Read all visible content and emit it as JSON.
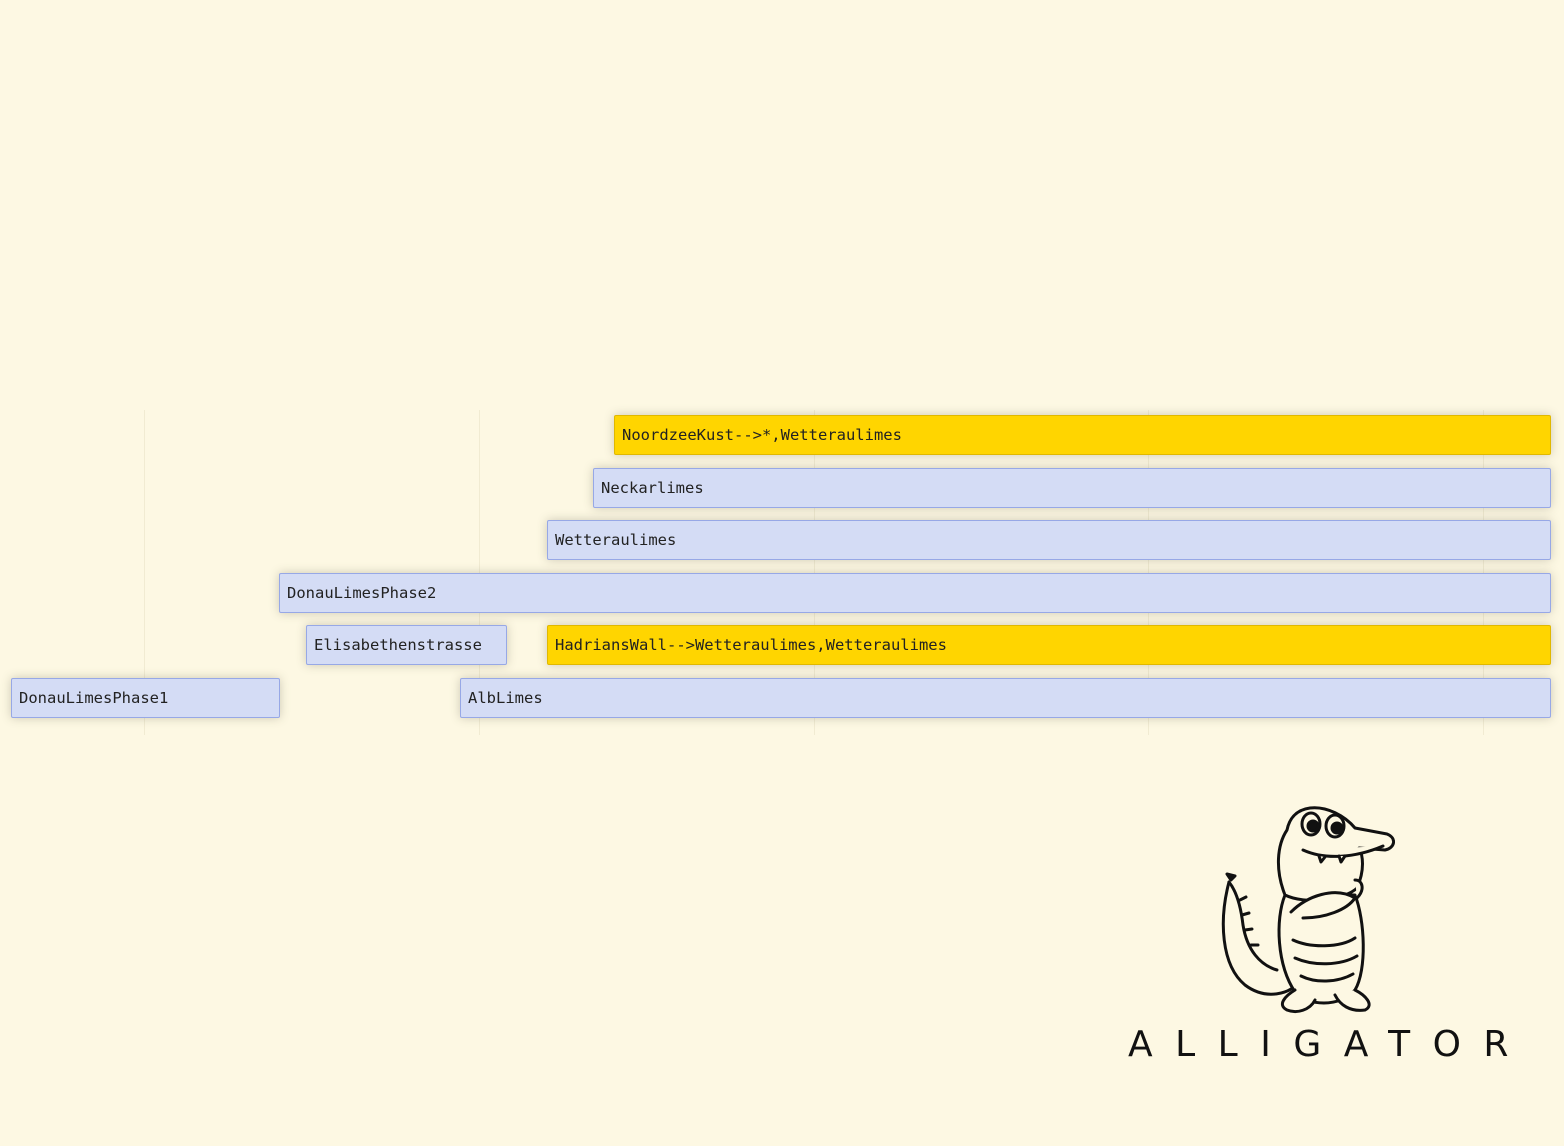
{
  "timeline": {
    "items": [
      {
        "label": "NoordzeeKust-->*,Wetteraulimes",
        "highlighted": true
      },
      {
        "label": "Neckarlimes",
        "highlighted": false
      },
      {
        "label": "Wetteraulimes",
        "highlighted": false
      },
      {
        "label": "DonauLimesPhase2",
        "highlighted": false
      },
      {
        "label": "Elisabethenstrasse",
        "highlighted": false
      },
      {
        "label": "HadriansWall-->Wetteraulimes,Wetteraulimes",
        "highlighted": true
      },
      {
        "label": "DonauLimesPhase1",
        "highlighted": false
      },
      {
        "label": "AlbLimes",
        "highlighted": false
      }
    ]
  },
  "colors": {
    "background": "#fdf8e3",
    "bar_fill": "#d4dcf5",
    "bar_border": "#97a8e6",
    "highlight_fill": "#ffd500"
  },
  "logo": {
    "text": "ALLIGATOR",
    "icon": "alligator-mascot-icon"
  }
}
